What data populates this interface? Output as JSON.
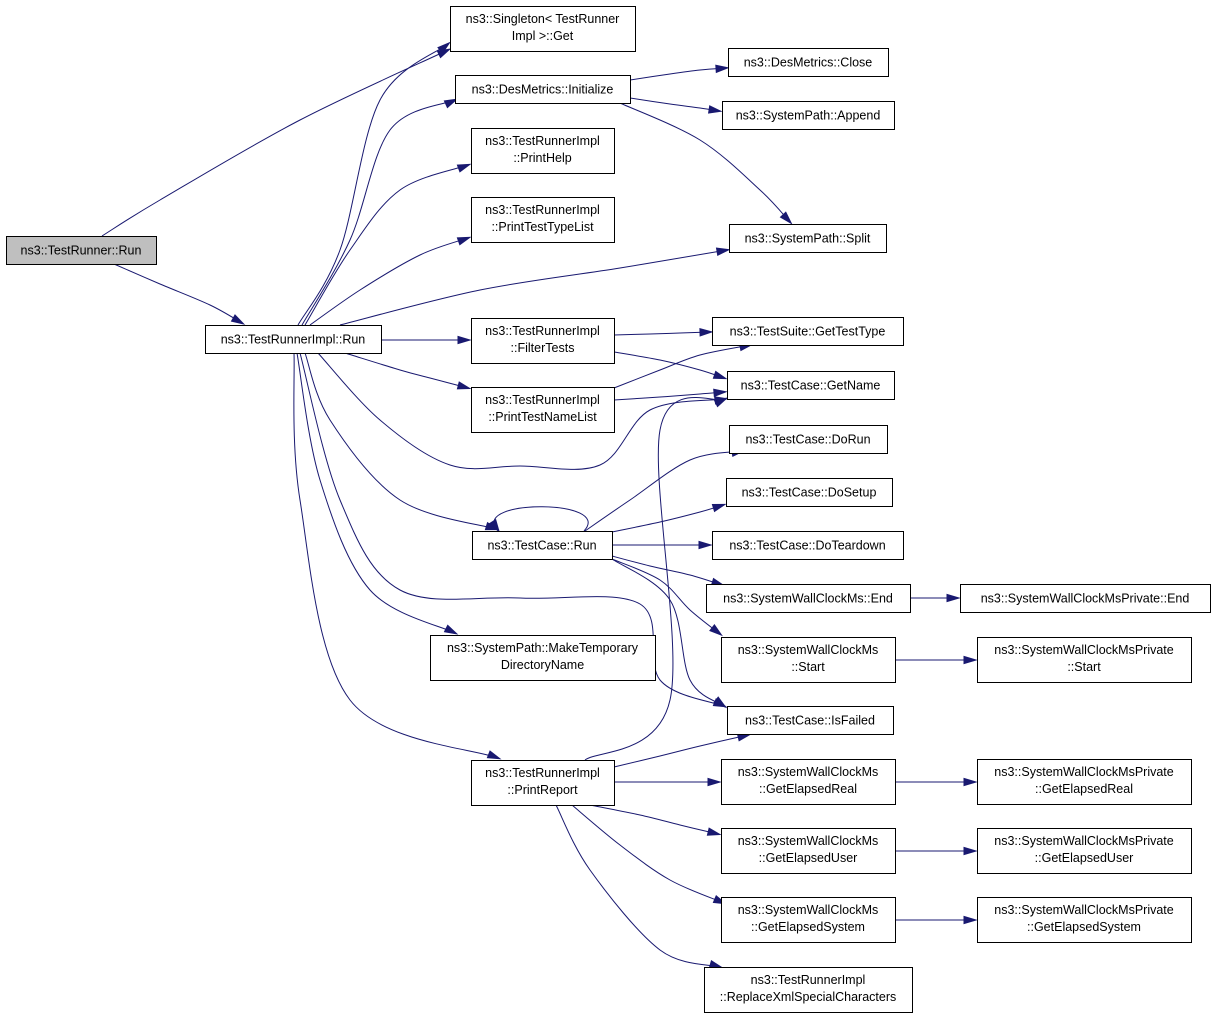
{
  "diagram": {
    "colors": {
      "edge": "#191970",
      "node_border": "#000000",
      "root_fill": "#bfbfbf",
      "node_fill": "#ffffff"
    },
    "nodes": [
      {
        "id": "runner_run",
        "lines": [
          "ns3::TestRunner::Run"
        ],
        "root": true
      },
      {
        "id": "impl_run",
        "lines": [
          "ns3::TestRunnerImpl::Run"
        ]
      },
      {
        "id": "singleton_get",
        "lines": [
          "ns3::Singleton< TestRunner",
          "Impl >::Get"
        ]
      },
      {
        "id": "desmetrics_init",
        "lines": [
          "ns3::DesMetrics::Initialize"
        ]
      },
      {
        "id": "print_help",
        "lines": [
          "ns3::TestRunnerImpl",
          "::PrintHelp"
        ]
      },
      {
        "id": "print_type_list",
        "lines": [
          "ns3::TestRunnerImpl",
          "::PrintTestTypeList"
        ]
      },
      {
        "id": "filter_tests",
        "lines": [
          "ns3::TestRunnerImpl",
          "::FilterTests"
        ]
      },
      {
        "id": "print_name_list",
        "lines": [
          "ns3::TestRunnerImpl",
          "::PrintTestNameList"
        ]
      },
      {
        "id": "testcase_run",
        "lines": [
          "ns3::TestCase::Run"
        ]
      },
      {
        "id": "make_temp_dir",
        "lines": [
          "ns3::SystemPath::MakeTemporary",
          "DirectoryName"
        ]
      },
      {
        "id": "print_report",
        "lines": [
          "ns3::TestRunnerImpl",
          "::PrintReport"
        ]
      },
      {
        "id": "desmetrics_close",
        "lines": [
          "ns3::DesMetrics::Close"
        ]
      },
      {
        "id": "path_append",
        "lines": [
          "ns3::SystemPath::Append"
        ]
      },
      {
        "id": "path_split",
        "lines": [
          "ns3::SystemPath::Split"
        ]
      },
      {
        "id": "suite_get_type",
        "lines": [
          "ns3::TestSuite::GetTestType"
        ]
      },
      {
        "id": "case_get_name",
        "lines": [
          "ns3::TestCase::GetName"
        ]
      },
      {
        "id": "case_dorun",
        "lines": [
          "ns3::TestCase::DoRun"
        ]
      },
      {
        "id": "case_dosetup",
        "lines": [
          "ns3::TestCase::DoSetup"
        ]
      },
      {
        "id": "case_doteardown",
        "lines": [
          "ns3::TestCase::DoTeardown"
        ]
      },
      {
        "id": "clock_end",
        "lines": [
          "ns3::SystemWallClockMs::End"
        ]
      },
      {
        "id": "clock_start",
        "lines": [
          "ns3::SystemWallClockMs",
          "::Start"
        ]
      },
      {
        "id": "case_isfailed",
        "lines": [
          "ns3::TestCase::IsFailed"
        ]
      },
      {
        "id": "clock_real",
        "lines": [
          "ns3::SystemWallClockMs",
          "::GetElapsedReal"
        ]
      },
      {
        "id": "clock_user",
        "lines": [
          "ns3::SystemWallClockMs",
          "::GetElapsedUser"
        ]
      },
      {
        "id": "clock_system",
        "lines": [
          "ns3::SystemWallClockMs",
          "::GetElapsedSystem"
        ]
      },
      {
        "id": "replace_xml",
        "lines": [
          "ns3::TestRunnerImpl",
          "::ReplaceXmlSpecialCharacters"
        ]
      },
      {
        "id": "priv_end",
        "lines": [
          "ns3::SystemWallClockMsPrivate::End"
        ]
      },
      {
        "id": "priv_start",
        "lines": [
          "ns3::SystemWallClockMsPrivate",
          "::Start"
        ]
      },
      {
        "id": "priv_real",
        "lines": [
          "ns3::SystemWallClockMsPrivate",
          "::GetElapsedReal"
        ]
      },
      {
        "id": "priv_user",
        "lines": [
          "ns3::SystemWallClockMsPrivate",
          "::GetElapsedUser"
        ]
      },
      {
        "id": "priv_system",
        "lines": [
          "ns3::SystemWallClockMsPrivate",
          "::GetElapsedSystem"
        ]
      }
    ],
    "edges": [
      {
        "from": "runner_run",
        "to": "singleton_get"
      },
      {
        "from": "runner_run",
        "to": "impl_run"
      },
      {
        "from": "impl_run",
        "to": "singleton_get"
      },
      {
        "from": "impl_run",
        "to": "desmetrics_init"
      },
      {
        "from": "impl_run",
        "to": "print_help"
      },
      {
        "from": "impl_run",
        "to": "print_type_list"
      },
      {
        "from": "impl_run",
        "to": "path_split"
      },
      {
        "from": "impl_run",
        "to": "filter_tests"
      },
      {
        "from": "impl_run",
        "to": "print_name_list"
      },
      {
        "from": "impl_run",
        "to": "case_get_name"
      },
      {
        "from": "impl_run",
        "to": "testcase_run"
      },
      {
        "from": "impl_run",
        "to": "case_isfailed"
      },
      {
        "from": "impl_run",
        "to": "make_temp_dir"
      },
      {
        "from": "impl_run",
        "to": "print_report"
      },
      {
        "from": "desmetrics_init",
        "to": "desmetrics_close"
      },
      {
        "from": "desmetrics_init",
        "to": "path_append"
      },
      {
        "from": "desmetrics_init",
        "to": "path_split"
      },
      {
        "from": "filter_tests",
        "to": "suite_get_type"
      },
      {
        "from": "filter_tests",
        "to": "case_get_name"
      },
      {
        "from": "print_name_list",
        "to": "suite_get_type"
      },
      {
        "from": "print_name_list",
        "to": "case_get_name"
      },
      {
        "from": "testcase_run",
        "to": "testcase_run"
      },
      {
        "from": "testcase_run",
        "to": "case_dorun"
      },
      {
        "from": "testcase_run",
        "to": "case_dosetup"
      },
      {
        "from": "testcase_run",
        "to": "case_doteardown"
      },
      {
        "from": "testcase_run",
        "to": "clock_end"
      },
      {
        "from": "testcase_run",
        "to": "clock_start"
      },
      {
        "from": "testcase_run",
        "to": "case_isfailed"
      },
      {
        "from": "print_report",
        "to": "case_get_name"
      },
      {
        "from": "print_report",
        "to": "case_isfailed"
      },
      {
        "from": "print_report",
        "to": "clock_real"
      },
      {
        "from": "print_report",
        "to": "clock_user"
      },
      {
        "from": "print_report",
        "to": "clock_system"
      },
      {
        "from": "print_report",
        "to": "replace_xml"
      },
      {
        "from": "clock_end",
        "to": "priv_end"
      },
      {
        "from": "clock_start",
        "to": "priv_start"
      },
      {
        "from": "clock_real",
        "to": "priv_real"
      },
      {
        "from": "clock_user",
        "to": "priv_user"
      },
      {
        "from": "clock_system",
        "to": "priv_system"
      }
    ]
  }
}
